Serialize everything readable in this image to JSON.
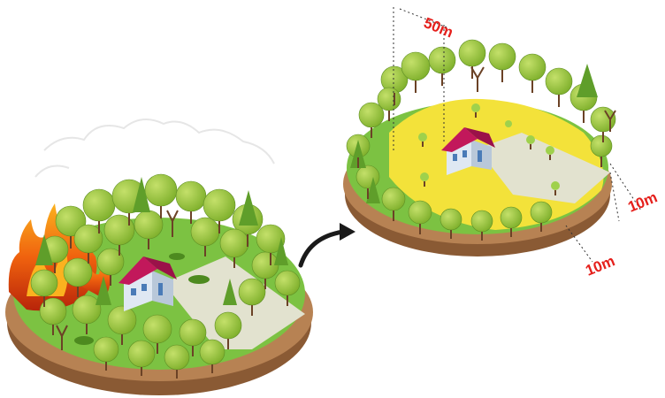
{
  "labels": {
    "setback_50": "50m",
    "setback_10_right": "10m",
    "setback_10_bottom": "10m"
  },
  "colors": {
    "label": "#e5201c",
    "grass": "#7cc242",
    "clearing": "#f3e23a",
    "soil": "#8a5a34",
    "roof": "#c2185b",
    "fire": "#e84a0c"
  }
}
